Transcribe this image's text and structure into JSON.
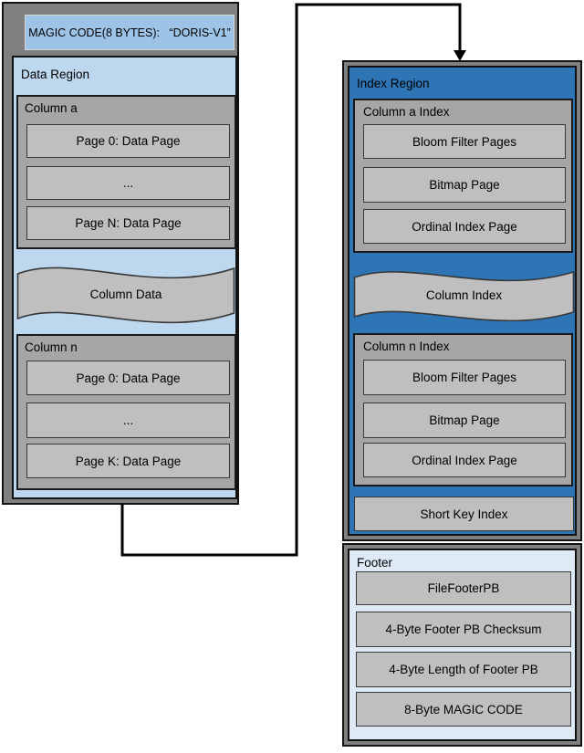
{
  "title": "Doris segment file format diagram",
  "colors": {
    "frame_gray": "#7f7f7f",
    "column_gray": "#a6a6a6",
    "page_gray": "#bfbfbf",
    "magic_blue": "#9dc3e6",
    "data_region_blue": "#bdd7ee",
    "index_region_blue": "#2e75b6",
    "footer_blue": "#deebf7",
    "connector_black": "#000000"
  },
  "magic_code": {
    "label": "MAGIC CODE(8 BYTES):   “DORIS-V1”"
  },
  "data_region": {
    "title": "Data Region",
    "column_a": {
      "title": "Column a",
      "pages": [
        "Page 0: Data Page",
        "...",
        "Page N: Data Page"
      ]
    },
    "wave_label": "Column Data",
    "column_n": {
      "title": "Column n",
      "pages": [
        "Page 0: Data Page",
        "...",
        "Page K: Data Page"
      ]
    }
  },
  "index_region": {
    "title": "Index Region",
    "column_a_index": {
      "title": "Column a Index",
      "pages": [
        "Bloom Filter Pages",
        "Bitmap Page",
        "Ordinal Index Page"
      ]
    },
    "wave_label": "Column Index",
    "column_n_index": {
      "title": "Column n Index",
      "pages": [
        "Bloom Filter Pages",
        "Bitmap Page",
        "Ordinal Index Page"
      ]
    },
    "short_key_index": "Short Key Index"
  },
  "footer": {
    "title": "Footer",
    "items": [
      "FileFooterPB",
      "4-Byte Footer PB Checksum",
      "4-Byte Length of Footer PB",
      "8-Byte MAGIC CODE"
    ]
  }
}
